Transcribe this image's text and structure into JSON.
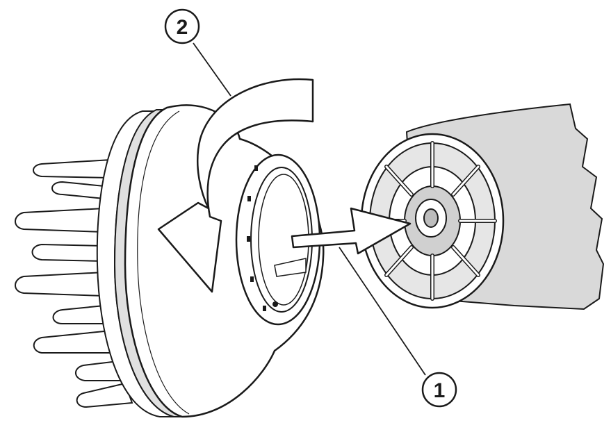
{
  "diagram": {
    "callouts": [
      {
        "id": "1",
        "label": "1"
      },
      {
        "id": "2",
        "label": "2"
      }
    ],
    "colors": {
      "line": "#1a1a1a",
      "fill": "#ffffff",
      "shade": "#d9d9d9",
      "shade_dark": "#bdbdbd"
    },
    "icons": [
      "rotation-arrow-icon",
      "insertion-arrow-icon"
    ]
  }
}
